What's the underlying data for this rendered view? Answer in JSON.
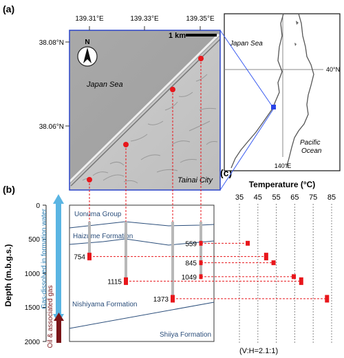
{
  "panels": {
    "a": "(a)",
    "b": "(b)",
    "c": "(c)"
  },
  "map": {
    "lon_ticks": [
      "139.31°E",
      "139.33°E",
      "139.35°E"
    ],
    "lat_ticks": [
      "38.08°N",
      "38.06°N"
    ],
    "scale_label": "1 km",
    "north_label": "N",
    "sea_label": "Japan Sea",
    "city_label": "Tainai City"
  },
  "inset": {
    "sea_label": "Japan Sea",
    "ocean_label": [
      "Pacific",
      "Ocean"
    ],
    "lat_tick": "40°N",
    "lon_tick": "140°E"
  },
  "section": {
    "ylabel": "Depth (m.b.g.s.)",
    "ylim": [
      0,
      2000
    ],
    "yticks": [
      "0",
      "500",
      "1000",
      "1500",
      "2000"
    ],
    "formations": [
      "Uonuma Group",
      "Haizume Formation",
      "Nishiyama Formation",
      "Shiiya Formation"
    ],
    "arrow_water": "Gas-dissolved in formation water",
    "arrow_oil": "Oil & associated gas",
    "ratio": "(V:H=2.1:1)"
  },
  "temperature": {
    "title": "Temperature (°C)",
    "xticks": [
      "35",
      "45",
      "55",
      "65",
      "75",
      "85"
    ],
    "xlim": [
      35,
      85
    ]
  },
  "chart_data": {
    "type": "scatter",
    "xlabel": "Temperature (°C)",
    "ylabel": "Depth (m.b.g.s.)",
    "points": [
      {
        "depth": 559,
        "temperature": 39.5,
        "label": "559"
      },
      {
        "depth": 754,
        "temperature": 49.5,
        "label": "754"
      },
      {
        "depth": 845,
        "temperature": 53.5,
        "label": "845"
      },
      {
        "depth": 1049,
        "temperature": 64.5,
        "label": "1049"
      },
      {
        "depth": 1115,
        "temperature": 68.5,
        "label": "1115"
      },
      {
        "depth": 1373,
        "temperature": 82.5,
        "label": "1373"
      }
    ]
  },
  "colors": {
    "well": "#e8161b",
    "water_arrow": "#5ab5e3",
    "oil_arrow": "#7a1418",
    "formation_text": "#2a4d7a",
    "map_border": "#2a44c8"
  }
}
